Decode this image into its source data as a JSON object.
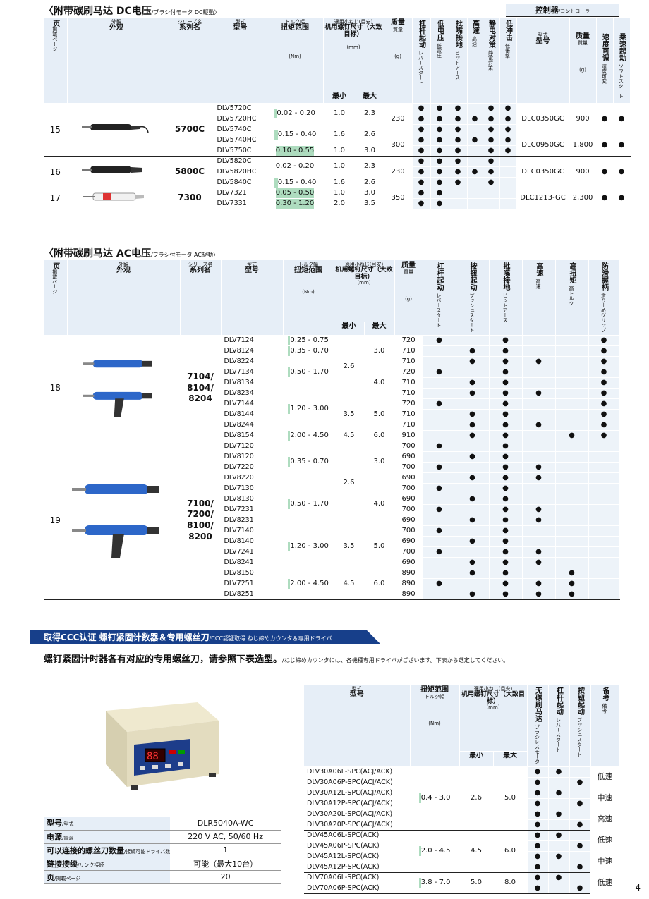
{
  "dc": {
    "title": "〈附带碳刷马达 DC电压",
    "title_jp": "/ブラシ付モータ DC駆動〉",
    "controller_head": "控制器",
    "controller_head_jp": "/コントローラ",
    "headers": {
      "page": "页",
      "page_jp": "掲載ページ",
      "appearance": "外观",
      "appearance_jp": "外観",
      "series": "系列名",
      "series_jp": "シリーズ名",
      "model": "型号",
      "model_jp": "型式",
      "torque": "扭矩范围",
      "torque_jp": "トルク幅",
      "torque_unit": "(Nm)",
      "screw": "机用螺钉尺寸（大致目标）",
      "screw_jp": "適用小ねじ(目安)",
      "screw_unit": "(mm)",
      "min": "最小",
      "max": "最大",
      "mass": "质量",
      "mass_jp": "質量",
      "mass_unit": "(g)",
      "lever": "杠杆起动",
      "lever_jp": "レバースタート",
      "lowv": "低电压",
      "lowv_jp": "低電圧",
      "bit": "批嘴接地",
      "bit_jp": "ビットアース",
      "highspeed": "高速",
      "highspeed_jp": "高速",
      "static": "静电对策",
      "static_jp": "静電対策",
      "lowimpact": "低冲击",
      "lowimpact_jp": "低衝撃",
      "ctrl_model": "型号",
      "ctrl_model_jp": "型式",
      "ctrl_mass": "质量",
      "ctrl_mass_jp": "質量",
      "ctrl_mass_unit": "(g)",
      "speed": "速度可调",
      "speed_jp": "速度可変",
      "soft": "柔速起动",
      "soft_jp": "ソフトスタート"
    },
    "groups": [
      {
        "page": "15",
        "series": "5700C",
        "rows": [
          {
            "model": "DLV5720C",
            "torque": "0.02 - 0.20",
            "min": "1.0",
            "max": "2.3",
            "mass": "230",
            "f": [
              "●",
              "●",
              "●",
              "",
              "●",
              "●"
            ],
            "ctrl": "DLC0350GC",
            "cmass": "900",
            "speed": "●",
            "soft": "●"
          },
          {
            "model": "DLV5720HC",
            "f": [
              "●",
              "●",
              "●",
              "●",
              "●",
              "●"
            ]
          },
          {
            "model": "DLV5740C",
            "torque": "0.15 - 0.40",
            "min": "1.6",
            "max": "2.6",
            "f": [
              "●",
              "●",
              "●",
              "",
              "●",
              "●"
            ]
          },
          {
            "model": "DLV5740HC",
            "f": [
              "●",
              "●",
              "●",
              "●",
              "●",
              "●"
            ],
            "ctrl": "DLC0950GC",
            "cmass": "1,800",
            "speed": "●",
            "soft": "●"
          },
          {
            "model": "DLV5750C",
            "torque": "0.10 - 0.55",
            "min": "1.0",
            "max": "3.0",
            "mass": "300",
            "f": [
              "●",
              "●",
              "●",
              "",
              "●",
              "●"
            ]
          }
        ]
      },
      {
        "page": "16",
        "series": "5800C",
        "rows": [
          {
            "model": "DLV5820C",
            "torque": "0.02 - 0.20",
            "min": "1.0",
            "max": "2.3",
            "mass": "230",
            "f": [
              "●",
              "●",
              "●",
              "",
              "●",
              ""
            ],
            "ctrl": "DLC0350GC",
            "cmass": "900",
            "speed": "●",
            "soft": "●"
          },
          {
            "model": "DLV5820HC",
            "f": [
              "●",
              "●",
              "●",
              "●",
              "●",
              ""
            ]
          },
          {
            "model": "DLV5840C",
            "torque": "0.15 - 0.40",
            "min": "1.6",
            "max": "2.6",
            "f": [
              "●",
              "●",
              "●",
              "",
              "●",
              ""
            ]
          }
        ]
      },
      {
        "page": "17",
        "series": "7300",
        "rows": [
          {
            "model": "DLV7321",
            "torque": "0.05 - 0.50",
            "min": "1.0",
            "max": "3.0",
            "mass": "350",
            "f": [
              "●",
              "●",
              "",
              "",
              "",
              ""
            ],
            "ctrl": "DLC1213-GC",
            "cmass": "2,300",
            "speed": "●",
            "soft": "●"
          },
          {
            "model": "DLV7331",
            "torque": "0.30 - 1.20",
            "min": "2.0",
            "max": "3.5",
            "f": [
              "●",
              "●",
              "",
              "",
              "",
              ""
            ]
          }
        ]
      }
    ]
  },
  "ac": {
    "title": "〈附带碳刷马达 AC电压",
    "title_jp": "/ブラシ付モータ AC駆動〉",
    "headers": {
      "lever": "杠杆起动",
      "lever_jp": "レバースタート",
      "push": "按钮起动",
      "push_jp": "プッシュスタート",
      "bit": "批嘴接地",
      "bit_jp": "ビットアース",
      "highspeed": "高速",
      "highspeed_jp": "高速",
      "hightorque": "高扭矩",
      "hightorque_jp": "高トルク",
      "grip": "防滑握柄",
      "grip_jp": "滑り止めグリップ"
    },
    "groups": [
      {
        "page": "18",
        "series": "7104/\n8104/\n8204",
        "rows": [
          {
            "model": "DLV7124",
            "mass": "720",
            "f": [
              "●",
              "",
              "●",
              "",
              "",
              "●"
            ]
          },
          {
            "model": "DLV8124",
            "mass": "710",
            "f": [
              "",
              "●",
              "●",
              "",
              "",
              "●"
            ]
          },
          {
            "model": "DLV8224",
            "mass": "710",
            "f": [
              "",
              "●",
              "●",
              "●",
              "",
              "●"
            ]
          },
          {
            "model": "DLV7134",
            "mass": "720",
            "f": [
              "●",
              "",
              "●",
              "",
              "",
              "●"
            ]
          },
          {
            "model": "DLV8134",
            "mass": "710",
            "f": [
              "",
              "●",
              "●",
              "",
              "",
              "●"
            ]
          },
          {
            "model": "DLV8234",
            "mass": "710",
            "f": [
              "",
              "●",
              "●",
              "●",
              "",
              "●"
            ]
          },
          {
            "model": "DLV7144",
            "mass": "720",
            "f": [
              "●",
              "",
              "●",
              "",
              "",
              "●"
            ]
          },
          {
            "model": "DLV8144",
            "mass": "710",
            "f": [
              "",
              "●",
              "●",
              "",
              "",
              "●"
            ]
          },
          {
            "model": "DLV8244",
            "mass": "710",
            "f": [
              "",
              "●",
              "●",
              "●",
              "",
              "●"
            ]
          },
          {
            "model": "DLV8154",
            "mass": "910",
            "f": [
              "",
              "●",
              "●",
              "",
              "●",
              "●"
            ]
          }
        ],
        "torques": [
          "0.25 - 0.75",
          "0.35 - 0.70",
          "0.50 - 1.70",
          "1.20 - 3.00",
          "2.00 - 4.50"
        ],
        "screws": [
          {
            "min": "2.6",
            "max1": "3.0",
            "max2": "4.0"
          },
          {
            "min": "3.5",
            "max": "5.0"
          },
          {
            "min": "4.5",
            "max": "6.0"
          }
        ]
      },
      {
        "page": "19",
        "series": "7100/\n7200/\n8100/\n8200",
        "rows": [
          {
            "model": "DLV7120",
            "mass": "700",
            "f": [
              "●",
              "",
              "●",
              "",
              "",
              ""
            ]
          },
          {
            "model": "DLV8120",
            "mass": "690",
            "f": [
              "",
              "●",
              "●",
              "",
              "",
              ""
            ]
          },
          {
            "model": "DLV7220",
            "mass": "700",
            "f": [
              "●",
              "",
              "●",
              "●",
              "",
              ""
            ]
          },
          {
            "model": "DLV8220",
            "mass": "690",
            "f": [
              "",
              "●",
              "●",
              "●",
              "",
              ""
            ]
          },
          {
            "model": "DLV7130",
            "mass": "700",
            "f": [
              "●",
              "",
              "●",
              "",
              "",
              ""
            ]
          },
          {
            "model": "DLV8130",
            "mass": "690",
            "f": [
              "",
              "●",
              "●",
              "",
              "",
              ""
            ]
          },
          {
            "model": "DLV7231",
            "mass": "700",
            "f": [
              "●",
              "",
              "●",
              "●",
              "",
              ""
            ]
          },
          {
            "model": "DLV8231",
            "mass": "690",
            "f": [
              "",
              "●",
              "●",
              "●",
              "",
              ""
            ]
          },
          {
            "model": "DLV7140",
            "mass": "700",
            "f": [
              "●",
              "",
              "●",
              "",
              "",
              ""
            ]
          },
          {
            "model": "DLV8140",
            "mass": "690",
            "f": [
              "",
              "●",
              "●",
              "",
              "",
              ""
            ]
          },
          {
            "model": "DLV7241",
            "mass": "700",
            "f": [
              "●",
              "",
              "●",
              "●",
              "",
              ""
            ]
          },
          {
            "model": "DLV8241",
            "mass": "690",
            "f": [
              "",
              "●",
              "●",
              "●",
              "",
              ""
            ]
          },
          {
            "model": "DLV8150",
            "mass": "890",
            "f": [
              "",
              "●",
              "●",
              "",
              "●",
              ""
            ]
          },
          {
            "model": "DLV7251",
            "mass": "890",
            "f": [
              "●",
              "",
              "●",
              "●",
              "●",
              ""
            ]
          },
          {
            "model": "DLV8251",
            "mass": "890",
            "f": [
              "",
              "●",
              "●",
              "●",
              "●",
              ""
            ]
          }
        ],
        "torques": [
          "0.35 - 0.70",
          "0.50 - 1.70",
          "1.20 - 3.00",
          "2.00 - 4.50"
        ],
        "screws": [
          {
            "min": "2.6",
            "max1": "3.0",
            "max2": "4.0"
          },
          {
            "min": "3.5",
            "max": "5.0"
          },
          {
            "min": "4.5",
            "max": "6.0"
          }
        ]
      }
    ]
  },
  "ccc": {
    "banner": "取得CCC认证 螺钉紧固计数器＆专用螺丝刀",
    "banner_jp": "/CCC認証取得 ねじ締めカウンタ＆専用ドライバ",
    "intro": "螺钉紧固计时器各有对应的专用螺丝刀，请参照下表选型。",
    "intro_jp": "/ねじ締めカウンタには、各機種専用ドライバがございます。下表から選定してください。",
    "device_display": "88",
    "info": [
      {
        "k": "型号",
        "kjp": "/型式",
        "v": "DLR5040A-WC"
      },
      {
        "k": "电源",
        "kjp": "/電源",
        "v": "220 V AC, 50/60 Hz"
      },
      {
        "k": "可以连接的螺丝刀数量",
        "kjp": "/接続可能ドライバ数",
        "v": "1"
      },
      {
        "k": "链接接续",
        "kjp": "/リンク接続",
        "v": "可能（最大10台）"
      },
      {
        "k": "页",
        "kjp": "/掲載ページ",
        "v": "20"
      }
    ],
    "headers": {
      "brushless": "无碳刷马达",
      "brushless_jp": "ブラシレスモータ",
      "lever": "杠杆起动",
      "lever_jp": "レバースタート",
      "push": "按钮起动",
      "push_jp": "プッシュスタート",
      "remark": "备考",
      "remark_jp": "備考"
    },
    "rows": [
      {
        "model": "DLV30A06L-SPC(ACJ/ACK)",
        "f": [
          "●",
          "●",
          ""
        ]
      },
      {
        "model": "DLV30A06P-SPC(ACJ/ACK)",
        "f": [
          "●",
          "",
          "●"
        ]
      },
      {
        "model": "DLV30A12L-SPC(ACJ/ACK)",
        "f": [
          "●",
          "●",
          ""
        ]
      },
      {
        "model": "DLV30A12P-SPC(ACJ/ACK)",
        "f": [
          "●",
          "",
          "●"
        ]
      },
      {
        "model": "DLV30A20L-SPC(ACJ/ACK)",
        "f": [
          "●",
          "●",
          ""
        ]
      },
      {
        "model": "DLV30A20P-SPC(ACJ/ACK)",
        "f": [
          "●",
          "",
          "●"
        ]
      },
      {
        "model": "DLV45A06L-SPC(ACK)",
        "f": [
          "●",
          "●",
          ""
        ]
      },
      {
        "model": "DLV45A06P-SPC(ACK)",
        "f": [
          "●",
          "",
          "●"
        ]
      },
      {
        "model": "DLV45A12L-SPC(ACK)",
        "f": [
          "●",
          "●",
          ""
        ]
      },
      {
        "model": "DLV45A12P-SPC(ACK)",
        "f": [
          "●",
          "",
          "●"
        ]
      },
      {
        "model": "DLV70A06L-SPC(ACK)",
        "f": [
          "●",
          "●",
          ""
        ]
      },
      {
        "model": "DLV70A06P-SPC(ACK)",
        "f": [
          "●",
          "",
          "●"
        ]
      }
    ],
    "torques": [
      "0.4 - 3.0",
      "2.0 - 4.5",
      "3.8 - 7.0"
    ],
    "screws": [
      {
        "min": "2.6",
        "max": "5.0"
      },
      {
        "min": "4.5",
        "max": "6.0"
      },
      {
        "min": "5.0",
        "max": "8.0"
      }
    ],
    "remarks": [
      "低速",
      "中速",
      "高速",
      "低速",
      "中速",
      "低速"
    ]
  },
  "page_number": "4"
}
